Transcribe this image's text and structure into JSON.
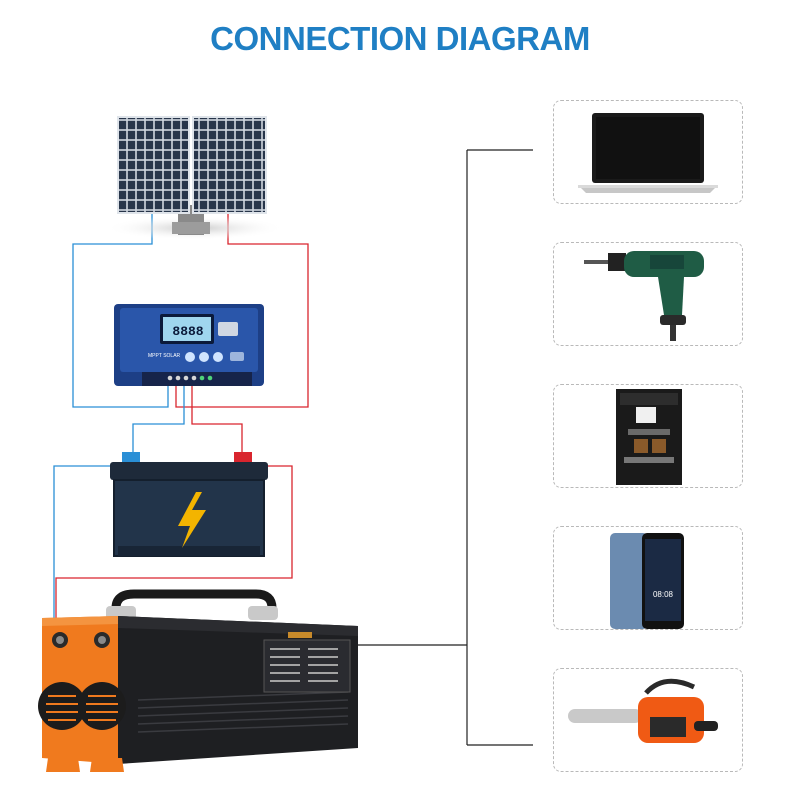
{
  "title": "CONNECTION DIAGRAM",
  "colors": {
    "title": "#1f7fc4",
    "positive_wire": "#d9252e",
    "negative_wire": "#2a8fd6",
    "bus_line": "#222222",
    "inverter_accent": "#f07a1e"
  },
  "components": {
    "solar_panel": "solar-panel",
    "controller": "mppt-charge-controller",
    "battery": "battery",
    "inverter": "power-inverter"
  },
  "controller_labels": {
    "display": "8888",
    "brand": "MPPT SOLAR"
  },
  "loads": [
    {
      "icon": "laptop-icon"
    },
    {
      "icon": "electric-drill-icon"
    },
    {
      "icon": "coffee-machine-icon"
    },
    {
      "icon": "smartphone-icon"
    },
    {
      "icon": "chainsaw-icon"
    }
  ],
  "phone_time": "08:08"
}
